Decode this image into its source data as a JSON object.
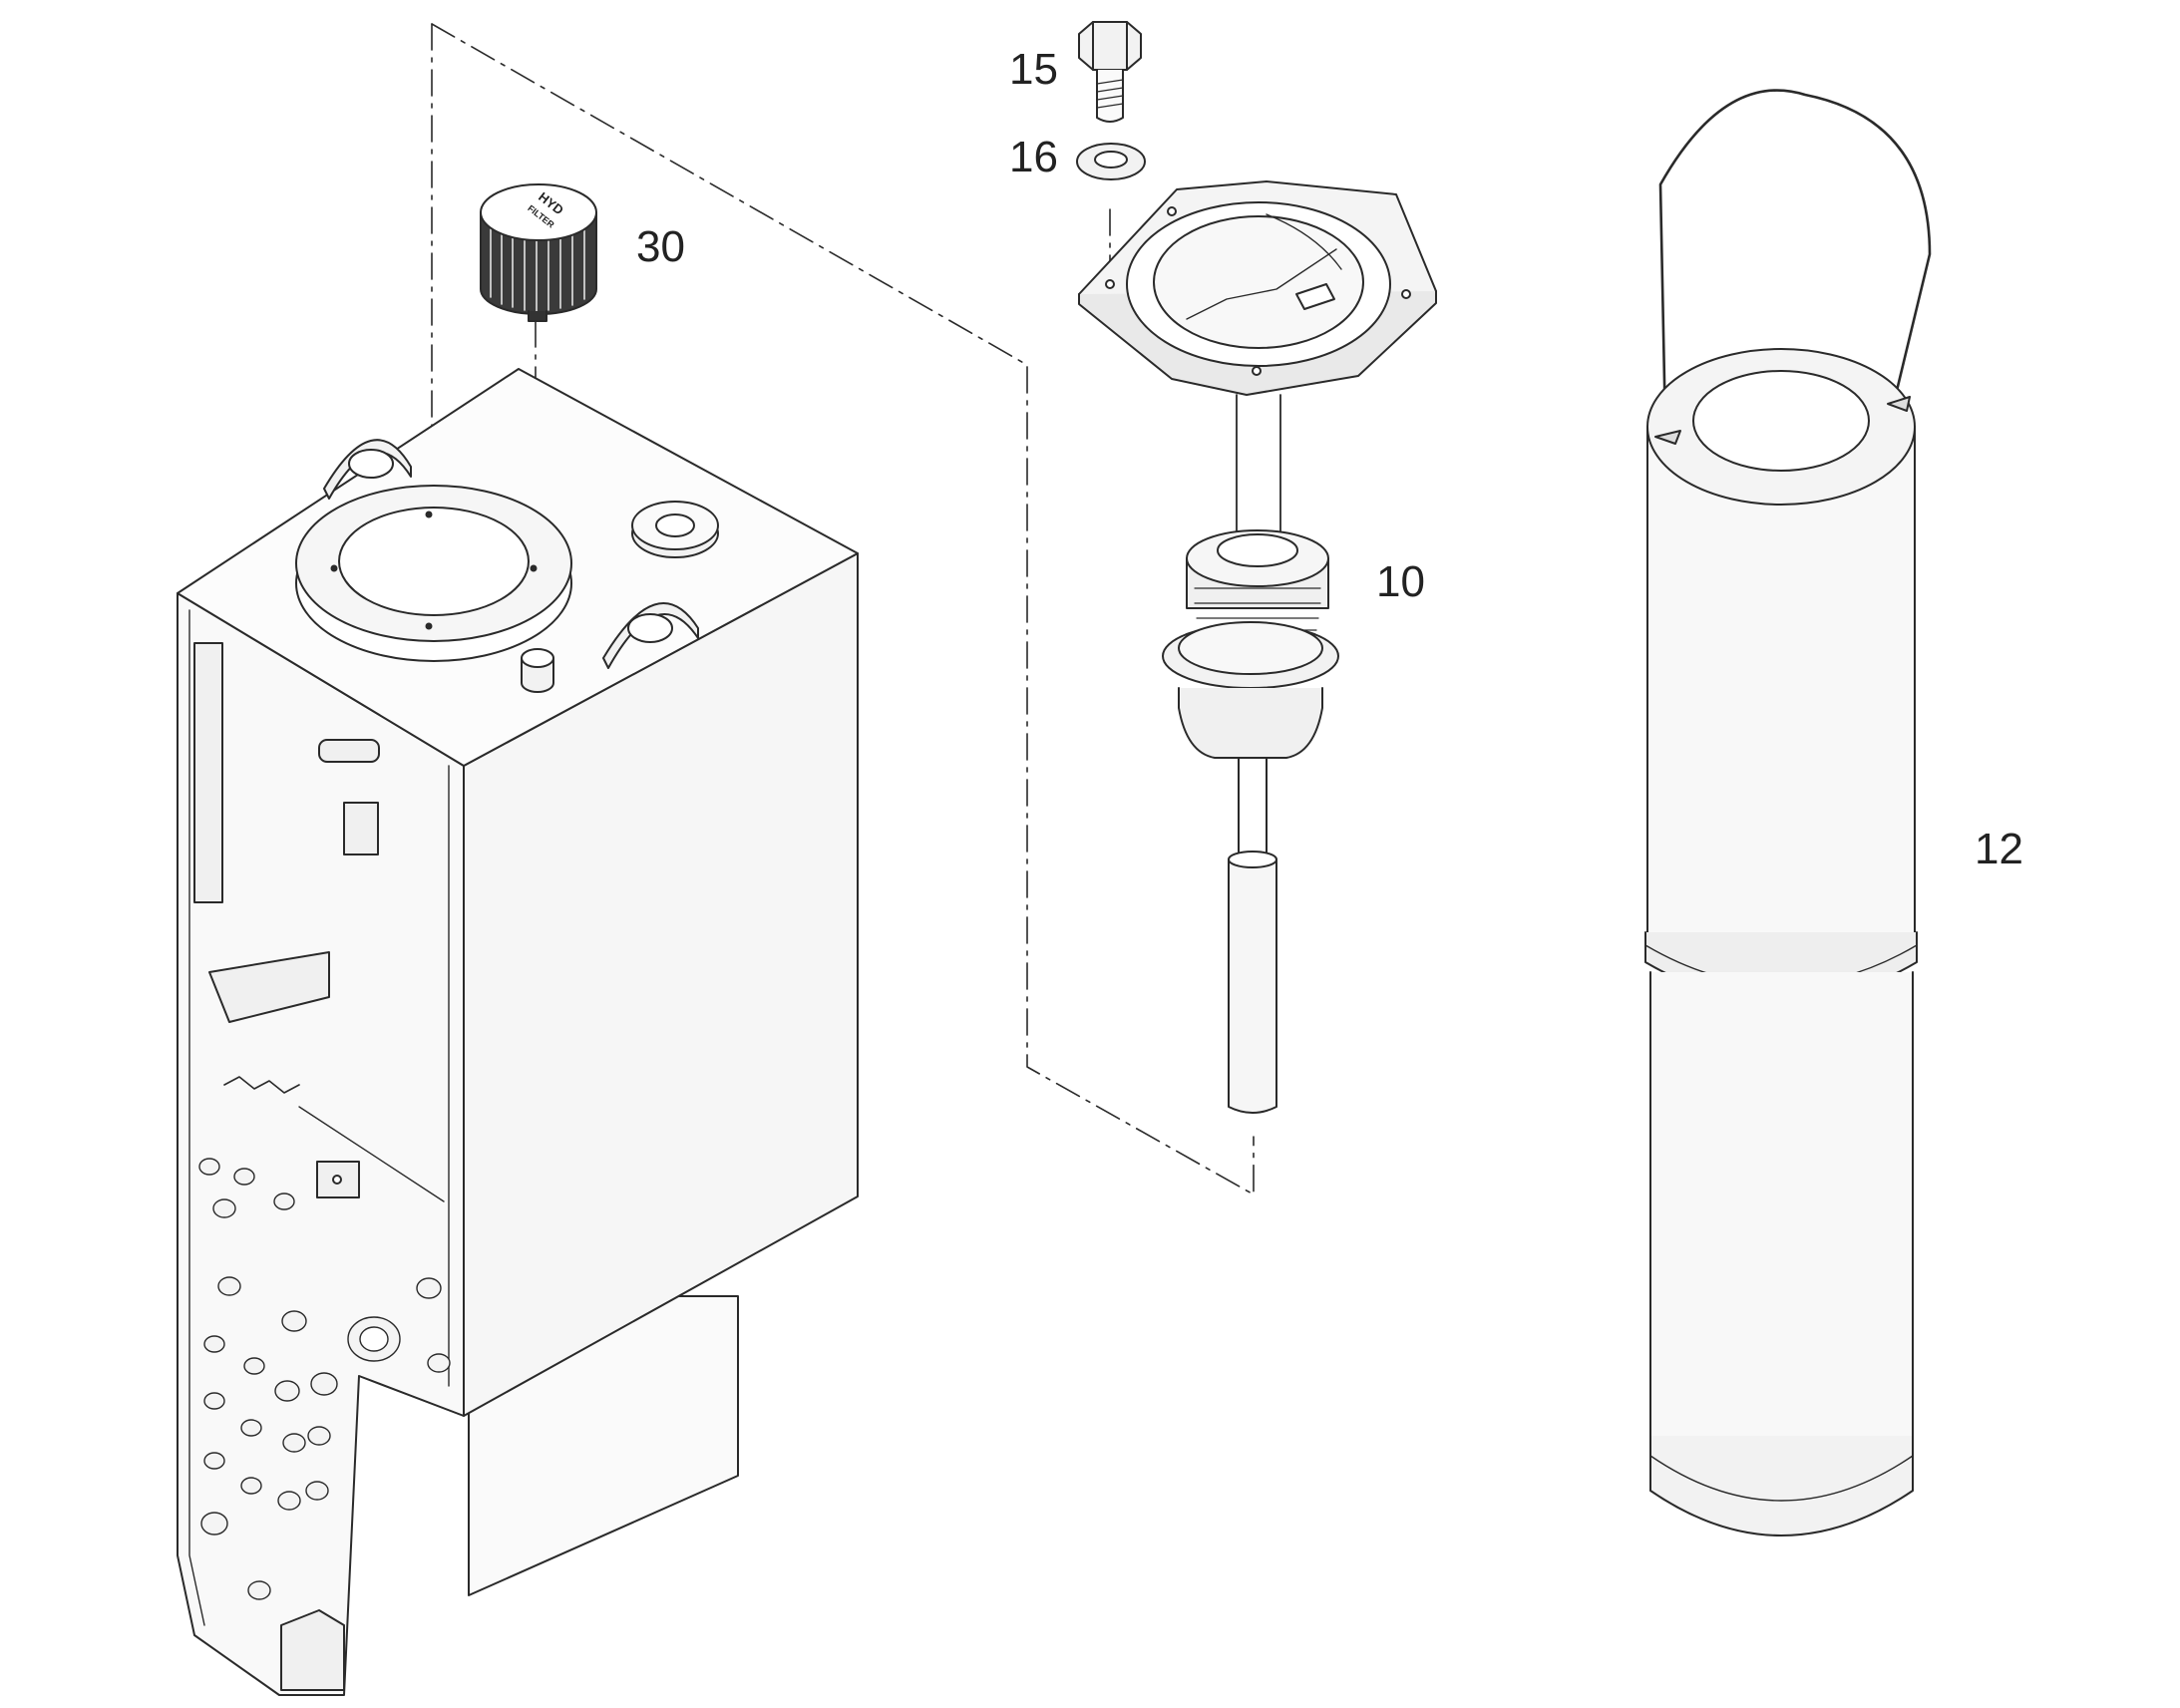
{
  "diagram": {
    "type": "exploded-parts-view",
    "callouts": [
      {
        "id": "15",
        "label": "15",
        "part": "bolt"
      },
      {
        "id": "16",
        "label": "16",
        "part": "washer"
      },
      {
        "id": "30",
        "label": "30",
        "part": "filler-cap"
      },
      {
        "id": "10",
        "label": "10",
        "part": "filter-head-with-dipstick"
      },
      {
        "id": "12",
        "label": "12",
        "part": "filter-element"
      }
    ],
    "cap_lettering": "HYD FILTER",
    "colors": {
      "line": "#2a2a2a",
      "fill": "#f4f4f4",
      "cap": "#333333",
      "background": "#ffffff"
    }
  }
}
